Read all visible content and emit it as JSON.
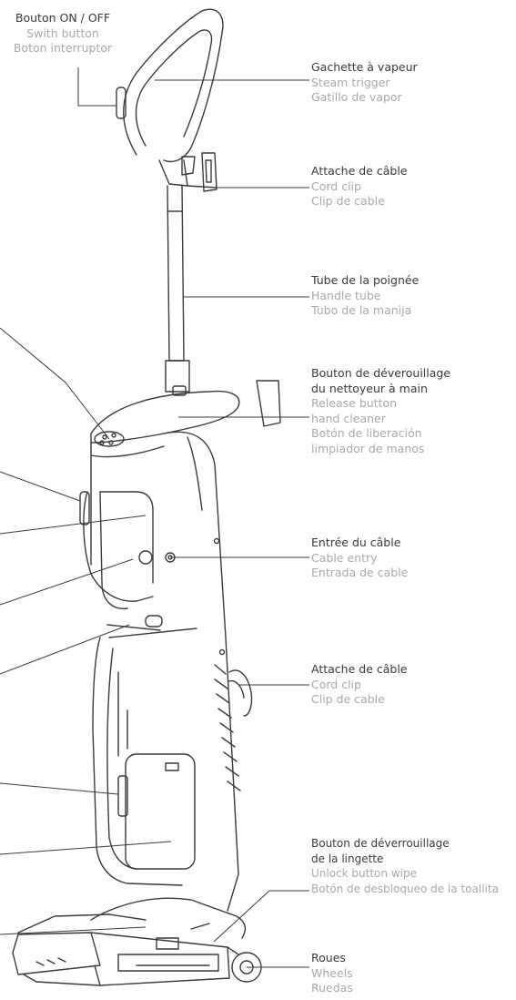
{
  "labels": {
    "switch": {
      "fr": "Bouton ON / OFF",
      "en": "Swith button",
      "es": "Boton interruptor"
    },
    "steam": {
      "fr": "Gachette à vapeur",
      "en": "Steam trigger",
      "es": "Gatillo de vapor"
    },
    "cordclip1": {
      "fr": "Attache de câble",
      "en": "Cord clip",
      "es": "Clip de cable"
    },
    "handletube": {
      "fr": "Tube de la poignée",
      "en": "Handle tube",
      "es": "Tubo de la manija"
    },
    "release": {
      "fr1": "Bouton de déverouillage",
      "fr2": "du nettoyeur à main",
      "en1": "Release button",
      "en2": "hand cleaner",
      "es1": "Botón de liberación",
      "es2": "limpiador de manos"
    },
    "cableentry": {
      "fr": "Entrée du câble",
      "en": "Cable entry",
      "es": "Entrada de cable"
    },
    "cordclip2": {
      "fr": "Attache de câble",
      "en": "Cord clip",
      "es": "Clip de cable"
    },
    "unlock": {
      "fr1": "Bouton de déverrouillage",
      "fr2": "de la lingette",
      "en": "Unlock button wipe",
      "es": "Botón de desbloqueo de la toallita"
    },
    "wheels": {
      "fr": "Roues",
      "en": "Wheels",
      "es": "Ruedas"
    }
  },
  "colors": {
    "stroke": "#3a3a3a",
    "primary_text": "#3a3a3a",
    "secondary_text": "#a9a9a9"
  }
}
